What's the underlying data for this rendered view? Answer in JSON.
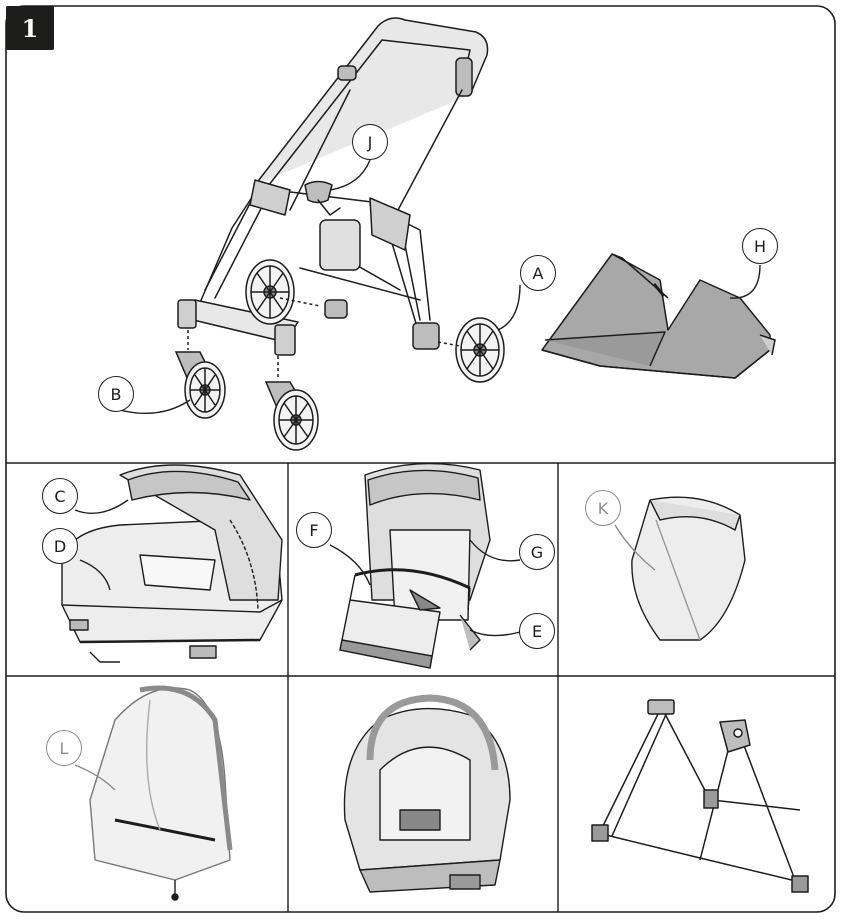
{
  "step": {
    "number": "1"
  },
  "parts": {
    "A": "A",
    "B": "B",
    "C": "C",
    "D": "D",
    "E": "E",
    "F": "F",
    "G": "G",
    "H": "H",
    "J": "J",
    "K": "K",
    "L": "L"
  },
  "colors": {
    "ink": "#1d1d1b",
    "fabric": "#d9d9d9",
    "fabric_dark": "#9a9a9a",
    "light_label": "#8c8c8c",
    "badge": "#1d1d1b"
  }
}
